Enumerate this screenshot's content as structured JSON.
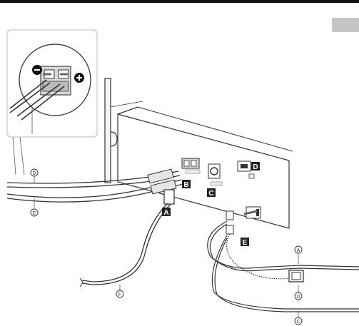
{
  "callouts": {
    "A": "A",
    "B": "B",
    "C": "C",
    "D": "D",
    "E": "E"
  },
  "cable_labels": {
    "d_left": "D",
    "e_left": "E",
    "f_bottom": "F",
    "a_right": "A",
    "d_right": "D",
    "c_right": "C"
  },
  "colors": {
    "callout_bg": "#222222",
    "callout_fg": "#ffffff",
    "header_bar": "#111111",
    "side_tab": "#c4c4c4",
    "line": "#333333"
  },
  "icons": {
    "minus": "minus-polarity-icon",
    "plus": "plus-polarity-icon"
  }
}
